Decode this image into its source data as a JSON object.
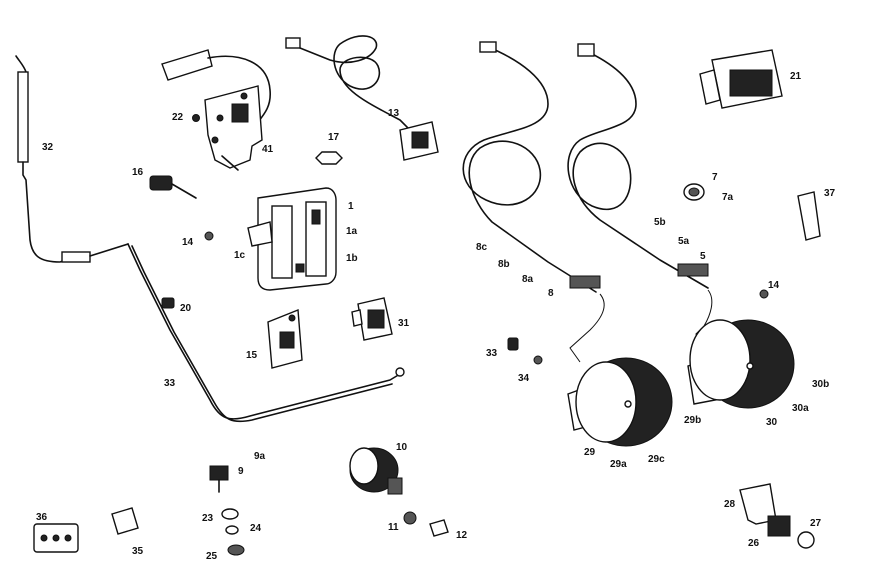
{
  "labels": {
    "p1": "1",
    "p1a": "1a",
    "p1b": "1b",
    "p1c": "1c",
    "p5": "5",
    "p5a": "5a",
    "p5b": "5b",
    "p7": "7",
    "p7a": "7a",
    "p8": "8",
    "p8a": "8a",
    "p8b": "8b",
    "p8c": "8c",
    "p9": "9",
    "p9a": "9a",
    "p10": "10",
    "p11": "11",
    "p12": "12",
    "p13": "13",
    "p14a": "14",
    "p14b": "14",
    "p15": "15",
    "p16": "16",
    "p17": "17",
    "p20": "20",
    "p21": "21",
    "p22": "22",
    "p23": "23",
    "p24": "24",
    "p25": "25",
    "p26": "26",
    "p27": "27",
    "p28": "28",
    "p29": "29",
    "p29a": "29a",
    "p29b": "29b",
    "p29c": "29c",
    "p30": "30",
    "p30a": "30a",
    "p30b": "30b",
    "p31": "31",
    "p32": "32",
    "p33a": "33",
    "p33b": "33",
    "p34": "34",
    "p35": "35",
    "p36": "36",
    "p37": "37",
    "p41": "41"
  }
}
